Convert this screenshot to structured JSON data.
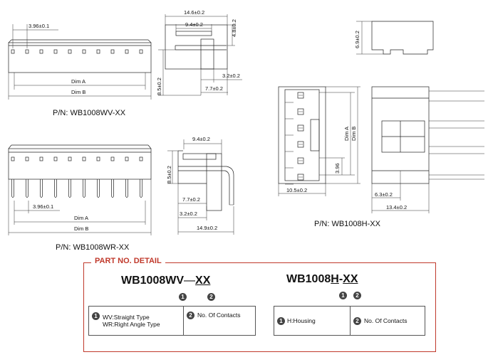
{
  "views": {
    "wv": {
      "part_number": "P/N: WB1008WV-XX",
      "pitch": "3.96±0.1",
      "dim_a": "Dim A",
      "dim_b": "Dim B",
      "width_total": "14.6±0.2",
      "width_inner": "9.4±0.2",
      "top_height": "4.8±0.2",
      "height": "8.5±0.2",
      "offset_small": "3.2±0.2",
      "offset_mid": "7.7±0.2"
    },
    "wr": {
      "part_number": "P/N: WB1008WR-XX",
      "pitch": "3.96±0.1",
      "dim_a": "Dim A",
      "dim_b": "Dim B",
      "width_inner": "9.4±0.2",
      "height": "8.5±0.2",
      "offset_mid": "7.7±0.2",
      "offset_small": "3.2±0.2",
      "width_total": "14.9±0.2"
    },
    "h": {
      "part_number": "P/N: WB1008H-XX",
      "top_height": "6.9±0.2",
      "dim_a": "Dim A",
      "dim_b": "Dim B",
      "pitch": "3.96",
      "front_width": "10.5±0.2",
      "side_small": "6.3±0.2",
      "side_total": "13.4±0.2"
    }
  },
  "part_detail": {
    "title": "PART NO. DETAIL",
    "left": {
      "prefix": "WB1008",
      "variant": "WV",
      "dash": "—",
      "suffix": "XX",
      "marker_1": "1",
      "marker_2": "2",
      "desc_1_line_1": "WV:Straight Type",
      "desc_1_line_2": "WR:Right Angle Type",
      "desc_2": "No. Of Contacts"
    },
    "right": {
      "prefix": "WB1008",
      "variant": "H",
      "dash": "-",
      "suffix": "XX",
      "marker_1": "1",
      "marker_2": "2",
      "desc_1": "H:Housing",
      "desc_2": "No. Of Contacts"
    }
  },
  "colors": {
    "accent": "#c0392b",
    "line": "#222222",
    "marker": "#444444"
  }
}
